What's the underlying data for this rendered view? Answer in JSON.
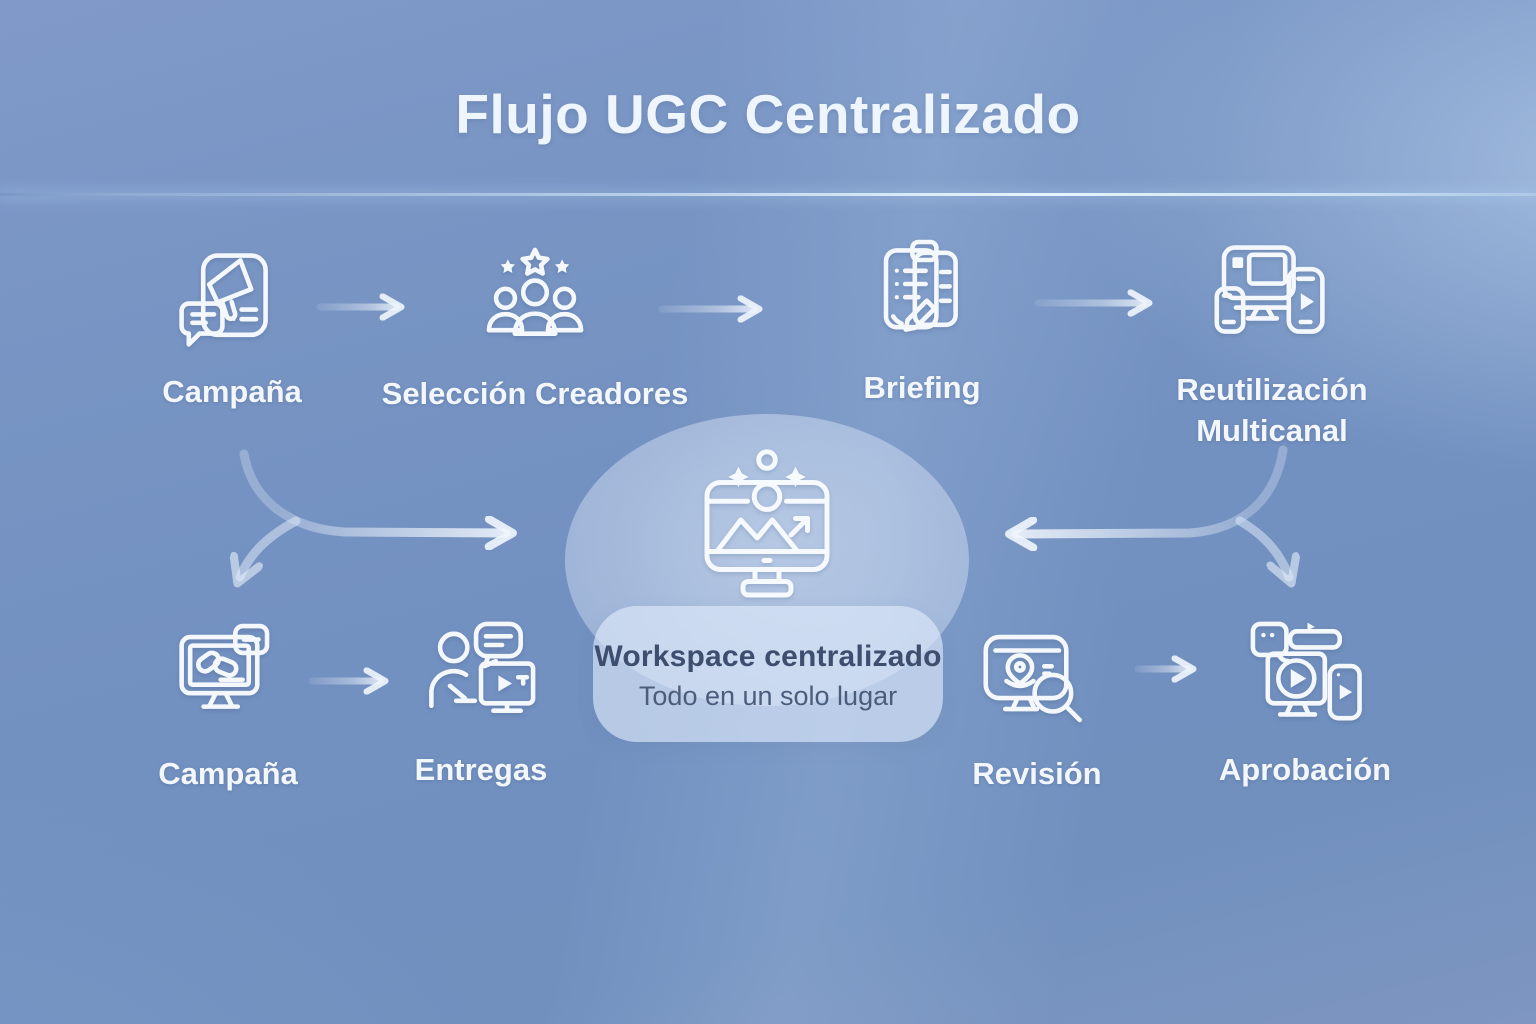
{
  "title": "Flujo UGC Centralizado",
  "top_row": [
    {
      "label": "Campaña",
      "icon": "megaphone-announcement-icon"
    },
    {
      "label": "Selección Creadores",
      "icon": "creators-group-stars-icon"
    },
    {
      "label": "Briefing",
      "icon": "clipboard-checklist-pen-icon"
    },
    {
      "label_line1": "Reutilización",
      "label_line2": "Multicanal",
      "icon": "multichannel-devices-icon"
    }
  ],
  "bottom_row": [
    {
      "label": "Campaña",
      "icon": "monitor-link-icon"
    },
    {
      "label": "Entregas",
      "icon": "creator-delivery-icon"
    },
    {
      "label": "Revisión",
      "icon": "monitor-magnifier-icon"
    },
    {
      "label": "Aprobación",
      "icon": "approval-playback-devices-icon"
    }
  ],
  "center": {
    "heading": "Workspace centralizado",
    "subheading": "Todo en un solo lugar",
    "icon": "workspace-monitor-image-icon"
  },
  "colors": {
    "background_blue": "#7290c0",
    "icon_stroke": "#f4f8fd",
    "label_text": "#f3f7fc",
    "hub_fill": "#b7c8e3",
    "hub_heading_text": "#3d4e6e",
    "hub_subheading_text": "#4c5d7c",
    "arrow": "#e9f1fb",
    "divider_glow": "#d8efff"
  }
}
